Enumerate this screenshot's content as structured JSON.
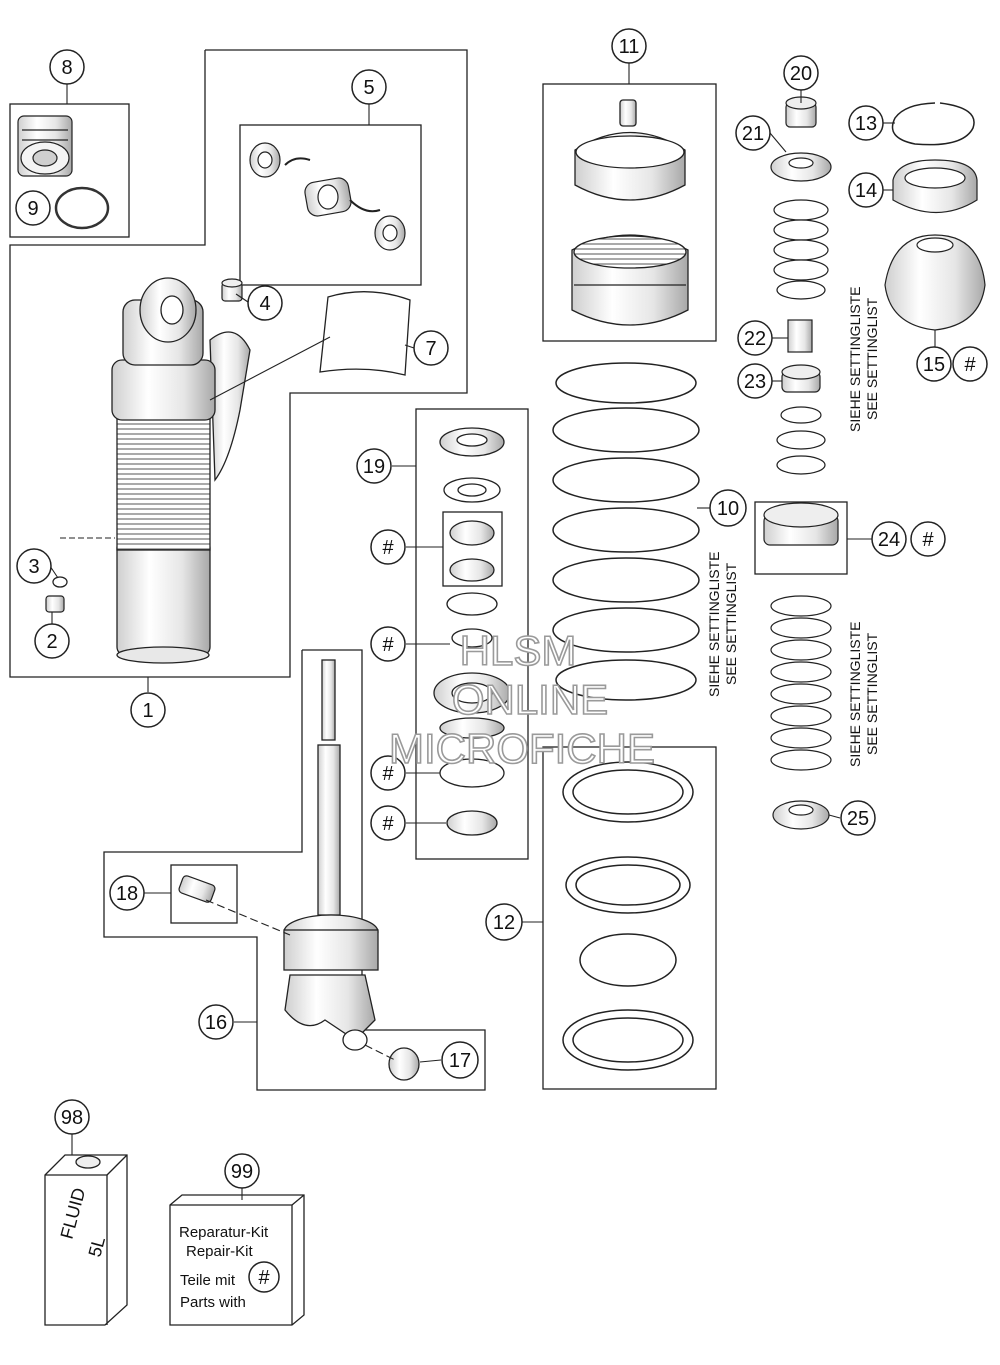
{
  "callouts": {
    "c1": "1",
    "c2": "2",
    "c3": "3",
    "c4": "4",
    "c5": "5",
    "c7": "7",
    "c8": "8",
    "c9": "9",
    "c10": "10",
    "c11": "11",
    "c12": "12",
    "c13": "13",
    "c14": "14",
    "c15": "15",
    "c16": "16",
    "c17": "17",
    "c18": "18",
    "c19": "19",
    "c20": "20",
    "c21": "21",
    "c22": "22",
    "c23": "23",
    "c24": "24",
    "c25": "25",
    "c98": "98",
    "c99": "99",
    "hash": "#"
  },
  "setting_list": {
    "de": "SIEHE SETTINGLISTE",
    "en": "SEE SETTINGLIST"
  },
  "repair_kit": {
    "line1": "Reparatur-Kit",
    "line2": "Repair-Kit",
    "line3": "Teile mit",
    "line4": "Parts with"
  },
  "fluid_can": {
    "label": "FLUID",
    "volume": "5L"
  },
  "watermark": {
    "line1": "HLSM",
    "line2": "ONLINE",
    "line3": "MICROFICHE"
  }
}
